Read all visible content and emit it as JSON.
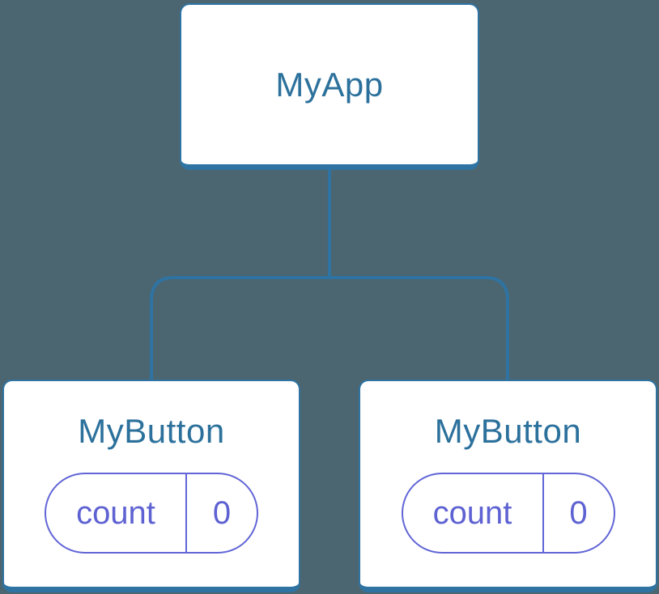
{
  "diagram": {
    "background": "#4B6670",
    "root": {
      "label": "MyApp"
    },
    "children": [
      {
        "label": "MyButton",
        "state": {
          "name": "count",
          "value": "0"
        }
      },
      {
        "label": "MyButton",
        "state": {
          "name": "count",
          "value": "0"
        }
      }
    ]
  },
  "colors": {
    "diagram_background": "#4B6670",
    "connector": "#2F73A3",
    "node_border": "#2F73A3",
    "node_background": "#FFFFFF",
    "node_label": "#2C719C",
    "state_border": "#6165D6",
    "state_text": "#5E62D2"
  }
}
